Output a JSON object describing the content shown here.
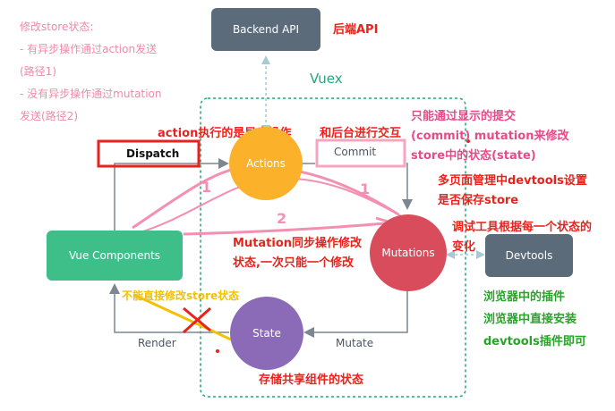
{
  "colors": {
    "backend": "#5c6b7a",
    "actions": "#fbb12a",
    "mutations": "#d84c5c",
    "state": "#8b6bb8",
    "vue_components": "#3ebf8a",
    "devtools": "#5c6b7a",
    "dashed_green": "#2aa37a",
    "pink_annotation": "#f48fb1",
    "red_annotation": "#e8231d",
    "green_annotation": "#2aa32a",
    "yellow_annotation": "#f2c200"
  },
  "nodes": {
    "backend_api": "Backend API",
    "actions": "Actions",
    "mutations": "Mutations",
    "state": "State",
    "vue_components": "Vue Components",
    "devtools": "Devtools"
  },
  "container_label": "Vuex",
  "edges": {
    "dispatch": "Dispatch",
    "commit": "Commit",
    "mutate": "Mutate",
    "render": "Render"
  },
  "annotations": {
    "modify_title": "修改store状态:",
    "modify_async": "- 有异步操作通过action发送",
    "modify_path1": "(路径1)",
    "modify_sync": "- 没有异步操作通过mutation",
    "modify_path2": "发送(路径2)",
    "backend_note": "后端API",
    "action_async": "action执行的是异步操作",
    "backend_interact": "和后台进行交互",
    "commit_line1": "只能通过显示的提交",
    "commit_line2": "(commit) mutation来修改",
    "commit_line3": "store中的状态(state)",
    "devtools_line1": "多页面管理中devtools设置",
    "devtools_line2": "是否保存store",
    "track_line1": "调试工具根据每一个状态的",
    "track_line2": "变化",
    "mutation_line1": "Mutation同步操作修改",
    "mutation_line2": "状态,一次只能一个修改",
    "no_direct": "不能直接修改store状态",
    "state_note": "存储共享组件的状态",
    "plugin_line1": "浏览器中的插件",
    "plugin_line2": "浏览器中直接安装",
    "plugin_line3": "devtools插件即可",
    "path_1a": "1",
    "path_1b": "1",
    "path_2": "2"
  }
}
